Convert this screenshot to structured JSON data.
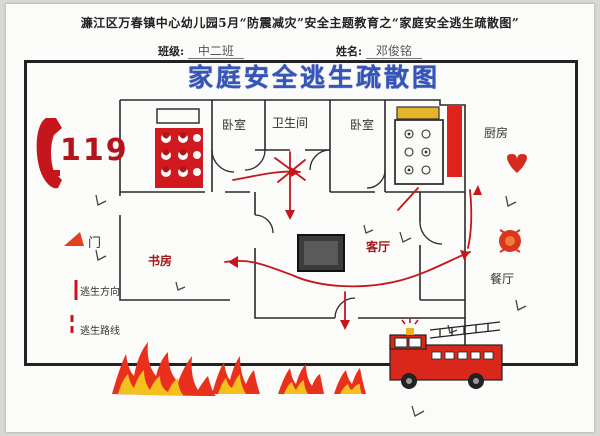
{
  "header": {
    "school_line": "濂江区万春镇中心幼儿园5月“防震减灾”安全主题教育之“家庭安全逃生疏散图”",
    "class_label": "班级:",
    "class_value": "中二班",
    "name_label": "姓名:",
    "name_value": "邓俊铭"
  },
  "title": "家庭安全逃生疏散图",
  "emergency_number": "119",
  "rooms": {
    "bedroom_1": "卧室",
    "bathroom": "卫生间",
    "bedroom_2": "卧室",
    "kitchen": "厨房",
    "study": "书房",
    "living_room": "客厅",
    "dining_room": "餐厅"
  },
  "legend": {
    "door": "门",
    "escape_direction": "逃生方向",
    "escape_route": "逃生路线"
  },
  "colors": {
    "ink_red": "#c4161c",
    "title_blue": "#3456b8",
    "outline": "#222222",
    "fire_yellow": "#f4c01d"
  },
  "icons": [
    "telephone-icon",
    "fire-truck-icon",
    "flames-icon",
    "sofa-icon",
    "door-icon"
  ]
}
